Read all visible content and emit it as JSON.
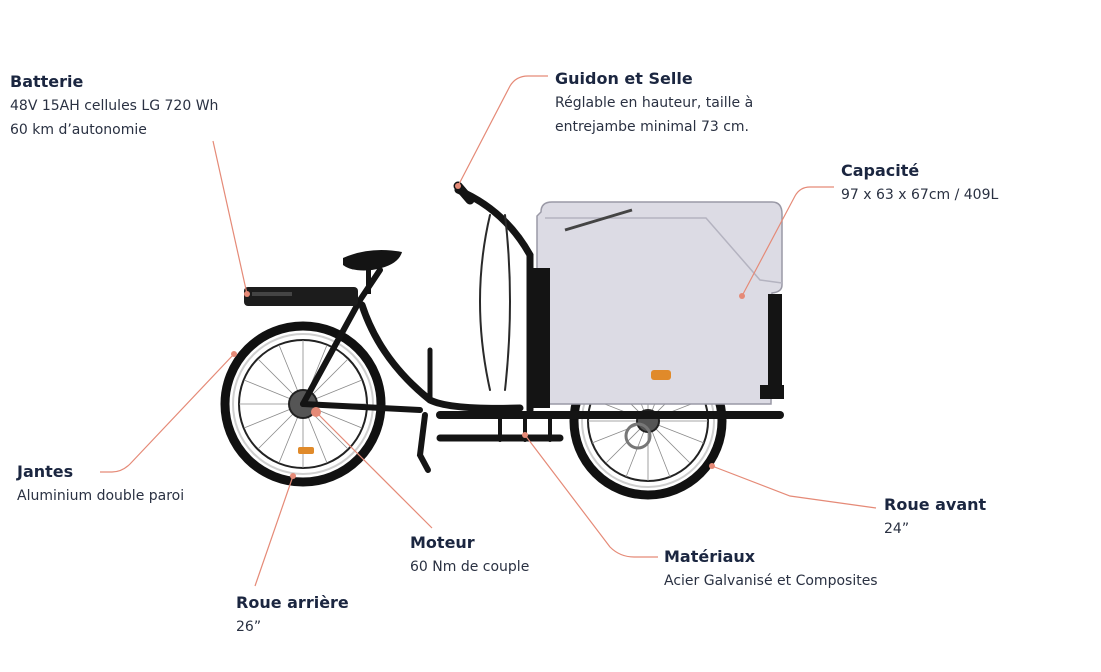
{
  "colors": {
    "accent": "#e58a77",
    "title": "#1b2640",
    "text": "#2a3142",
    "frame": "#141414",
    "box": "#dcdbe4"
  },
  "callouts": {
    "battery": {
      "title": "Batterie",
      "lines": [
        "48V 15AH cellules LG 720 Wh",
        "60 km d’autonomie"
      ]
    },
    "handlebar": {
      "title": "Guidon et Selle",
      "lines": [
        "Réglable en hauteur, taille à",
        "entrejambe minimal 73 cm."
      ]
    },
    "capacity": {
      "title": "Capacité",
      "lines": [
        "97 x 63 x 67cm / 409L"
      ]
    },
    "rims": {
      "title": "Jantes",
      "lines": [
        "Aluminium double paroi"
      ]
    },
    "front_wheel": {
      "title": "Roue avant",
      "lines": [
        "24”"
      ]
    },
    "motor": {
      "title": "Moteur",
      "lines": [
        "60 Nm de couple"
      ]
    },
    "materials": {
      "title": "Matériaux",
      "lines": [
        "Acier Galvanisé et Composites"
      ]
    },
    "rear_wheel": {
      "title": "Roue arrière",
      "lines": [
        "26”"
      ]
    }
  }
}
